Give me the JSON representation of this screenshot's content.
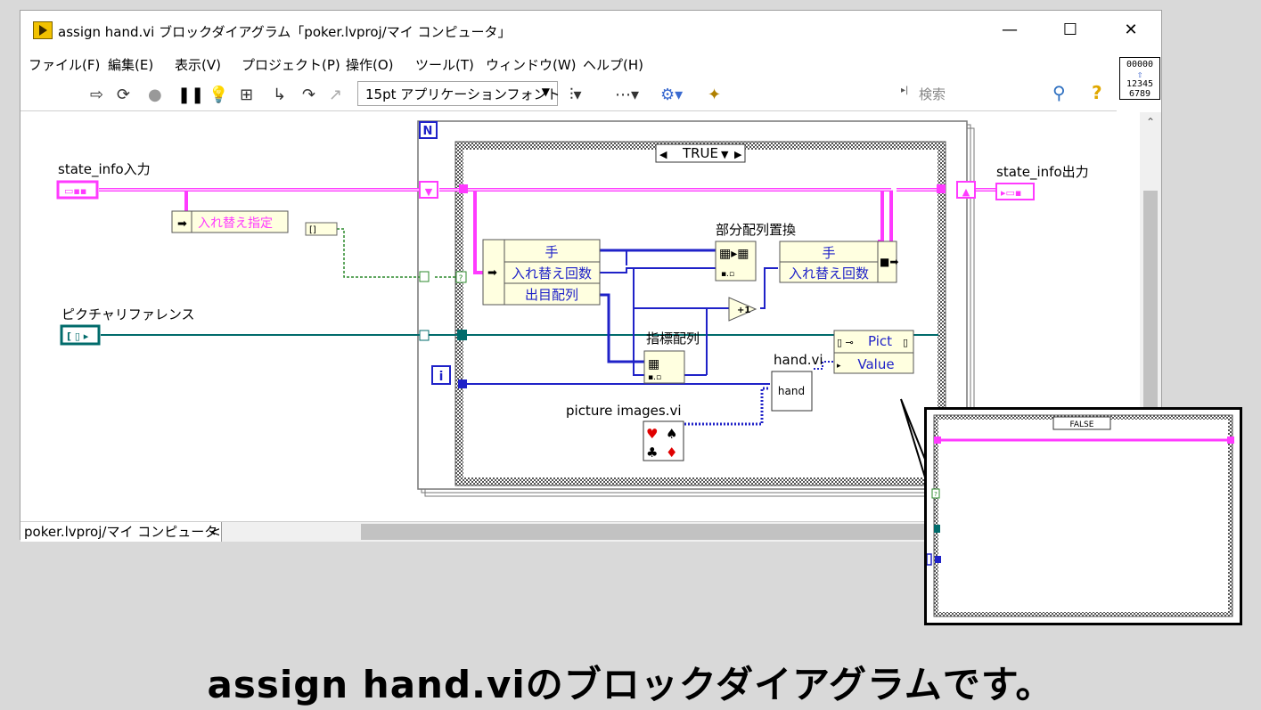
{
  "window": {
    "title": "assign hand.vi ブロックダイアグラム「poker.lvproj/マイ コンピュータ」",
    "controls": {
      "minimize": "—",
      "maximize": "☐",
      "close": "✕"
    }
  },
  "menu": [
    "ファイル(F)",
    "編集(E)",
    "表示(V)",
    "プロジェクト(P)",
    "操作(O)",
    "ツール(T)",
    "ウィンドウ(W)",
    "ヘルプ(H)"
  ],
  "toolbar": {
    "font_select": "15pt アプリケーションフォント",
    "search_placeholder": "検索",
    "help": "?"
  },
  "context_icon": {
    "line1": "00000",
    "line2": "12345",
    "line3": "6789"
  },
  "diagram": {
    "state_info_in": "state_info入力",
    "state_info_out": "state_info出力",
    "unbundle_field": "入れ替え指定",
    "picture_ref": "ピクチャリファレンス",
    "for_loop_n": "N",
    "for_loop_i": "i",
    "case_selector": "TRUE",
    "cluster_fields_left": [
      "手",
      "入れ替え回数",
      "出目配列"
    ],
    "replace_subset_label": "部分配列置換",
    "cluster_fields_right": [
      "手",
      "入れ替え回数"
    ],
    "index_array_label": "指標配列",
    "increment": "+1",
    "hand_vi_label": "hand.vi",
    "hand_vi_icon": "hand",
    "property_node_class": "Pict",
    "property_node_prop": "Value",
    "picture_images_label": "picture images.vi",
    "bool_const": "?",
    "cluster_const_glyph": "[]"
  },
  "status_bar": {
    "path": "poker.lvproj/マイ コンピュータ",
    "scroll_left": "<"
  },
  "callout": {
    "case_selector": "FALSE",
    "bool_const": "?"
  },
  "caption": "assign hand.viのブロックダイアグラムです。",
  "colors": {
    "cluster_wire": "#ff3aff",
    "integer_wire": "#1f22c8",
    "refnum_wire": "#006b6b",
    "boolean_wire": "#2b8a2b",
    "node_fill": "#ffffe0"
  }
}
